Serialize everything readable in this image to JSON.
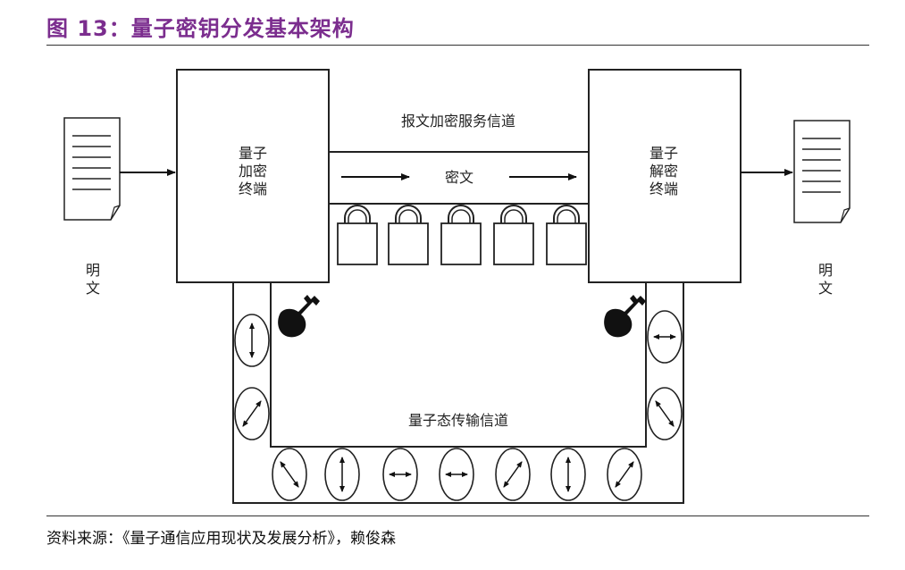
{
  "figure": {
    "title": "图 13：量子密钥分发基本架构",
    "source": "资料来源：《量子通信应用现状及发展分析》，赖俊森"
  },
  "diagram": {
    "plaintext_left": [
      "明",
      "文"
    ],
    "plaintext_right": [
      "明",
      "文"
    ],
    "encrypt_terminal": [
      "量子",
      "加密",
      "终端"
    ],
    "decrypt_terminal": [
      "量子",
      "解密",
      "终端"
    ],
    "message_channel_label": "报文加密服务信道",
    "ciphertext_label": "密文",
    "quantum_channel_label": "量子态传输信道",
    "lock_count": 5,
    "left_column_polarizers": [
      "vertical",
      "diagonal-right"
    ],
    "right_column_polarizers": [
      "horizontal",
      "diagonal-left"
    ],
    "bottom_polarizers": [
      "diagonal-left",
      "vertical",
      "horizontal",
      "horizontal",
      "diagonal-right",
      "vertical",
      "diagonal-right"
    ]
  }
}
